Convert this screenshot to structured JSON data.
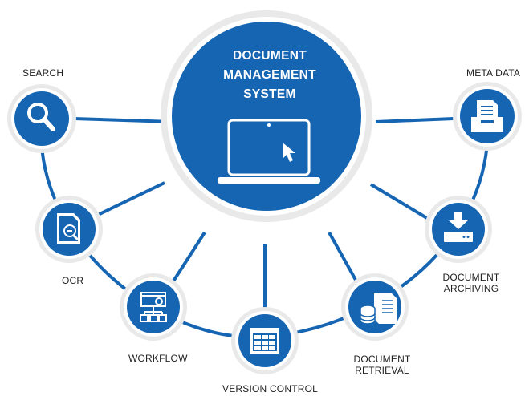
{
  "diagram": {
    "title_lines": [
      "DOCUMENT",
      "MANAGEMENT",
      "SYSTEM"
    ],
    "colors": {
      "primary": "#1565b3",
      "ring": "#e6e6e6",
      "connector": "#1565b3",
      "text": "#222222"
    },
    "nodes": [
      {
        "id": "search",
        "label_lines": [
          "SEARCH"
        ],
        "icon": "magnifier-icon"
      },
      {
        "id": "ocr",
        "label_lines": [
          "OCR"
        ],
        "icon": "ocr-document-icon"
      },
      {
        "id": "workflow",
        "label_lines": [
          "WORKFLOW"
        ],
        "icon": "workflow-icon"
      },
      {
        "id": "version-control",
        "label_lines": [
          "VERSION CONTROL"
        ],
        "icon": "table-grid-icon"
      },
      {
        "id": "document-retrieval",
        "label_lines": [
          "DOCUMENT",
          "RETRIEVAL"
        ],
        "icon": "server-database-icon"
      },
      {
        "id": "document-archiving",
        "label_lines": [
          "DOCUMENT",
          "ARCHIVING"
        ],
        "icon": "download-tray-icon"
      },
      {
        "id": "meta-data",
        "label_lines": [
          "META DATA"
        ],
        "icon": "file-drawer-icon"
      }
    ]
  }
}
